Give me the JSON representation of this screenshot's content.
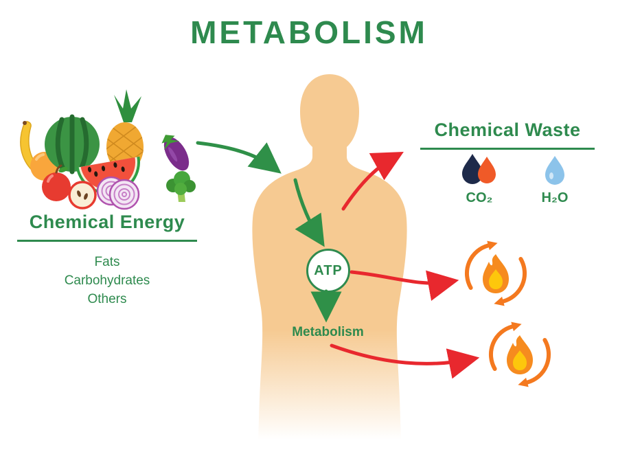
{
  "title": "METABOLISM",
  "energy_section": {
    "heading": "Chemical Energy",
    "items": [
      "Fats",
      "Carbohydrates",
      "Others"
    ]
  },
  "waste_section": {
    "heading": "Chemical Waste",
    "co2_label": "CO₂",
    "h2o_label": "H₂O"
  },
  "body_section": {
    "atp_label": "ATP",
    "metabolism_label": "Metabolism"
  },
  "icons": {
    "food_icon": "fruits-and-vegetables-cluster",
    "body_icon": "human-silhouette",
    "co2_icon": "dark-and-orange-droplets",
    "h2o_icon": "blue-water-droplet",
    "energy_flame_icon": "flame-with-cycle-arrows"
  },
  "colors": {
    "green": "#2E8A4E",
    "red": "#E8282E",
    "orange": "#F4791F",
    "body_tan": "#F6CA92",
    "navy": "#1E2A4A",
    "water_blue": "#8CC3EA"
  }
}
